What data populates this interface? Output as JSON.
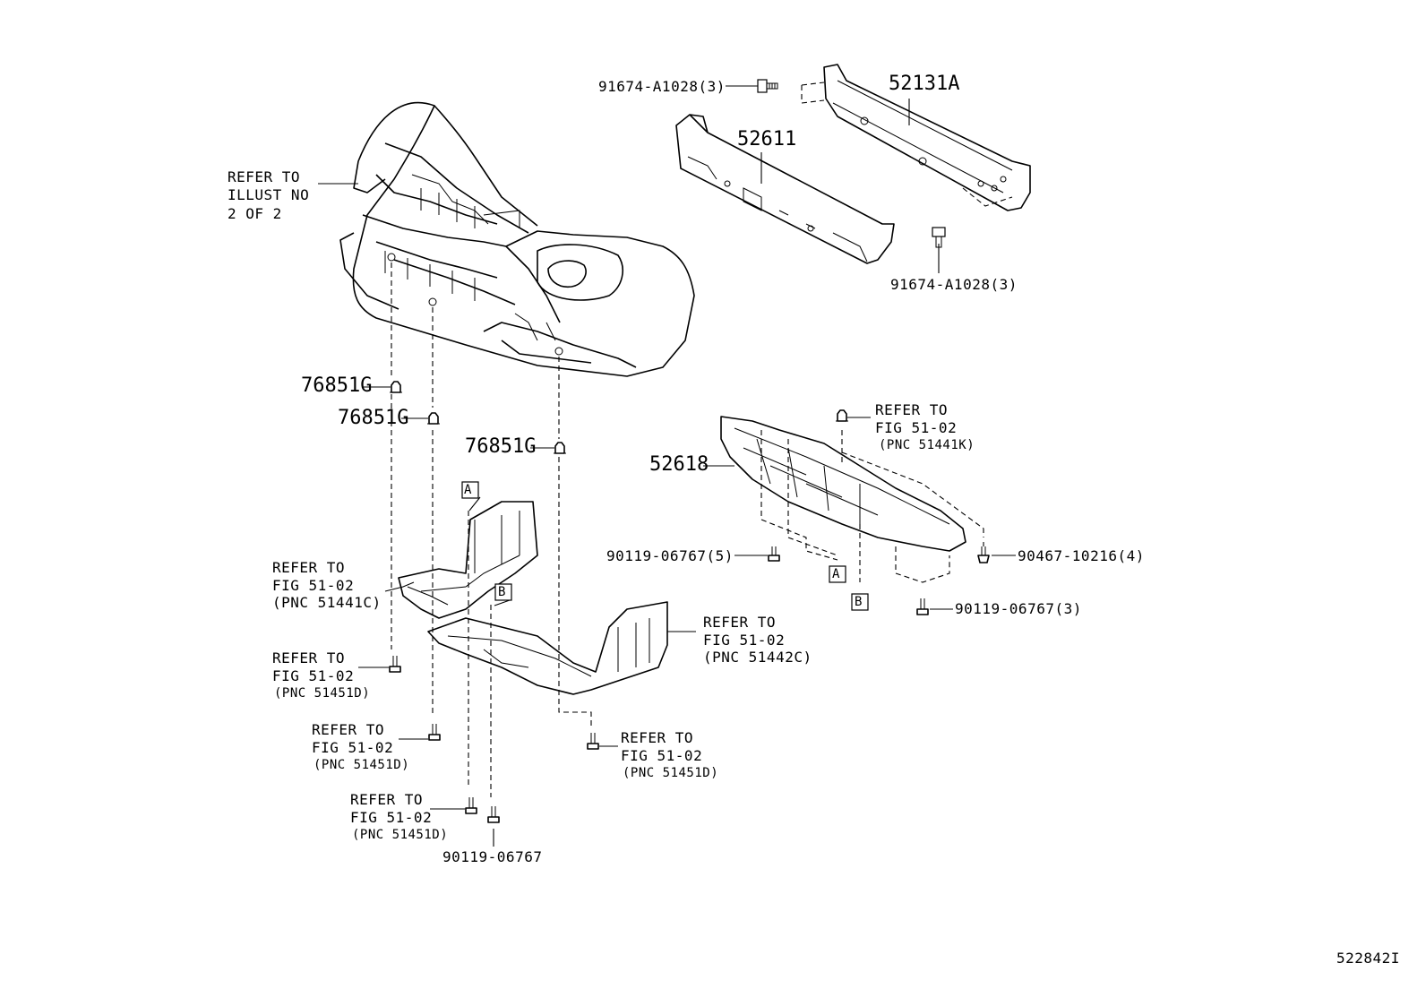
{
  "diagram": {
    "labels": {
      "p91674_top": "91674-A1028(3)",
      "p52131A": "52131A",
      "p52611": "52611",
      "refer_illust_1": "REFER TO",
      "refer_illust_2": "ILLUST NO",
      "refer_illust_3": "2 OF 2",
      "p91674_bottom": "91674-A1028(3)",
      "p76851G_1": "76851G",
      "p76851G_2": "76851G",
      "p76851G_3": "76851G",
      "p52618": "52618",
      "ref_51441K_1": "REFER TO",
      "ref_51441K_2": "FIG 51-02",
      "ref_51441K_3": "(PNC 51441K)",
      "p90119_5": "90119-06767(5)",
      "p90467": "90467-10216(4)",
      "p90119_3": "90119-06767(3)",
      "marker_A_left": "A",
      "marker_B_left": "B",
      "marker_A_right": "A",
      "marker_B_right": "B",
      "ref_51441C_1": "REFER TO",
      "ref_51441C_2": "FIG 51-02",
      "ref_51441C_3": "(PNC 51441C)",
      "ref_51442C_1": "REFER TO",
      "ref_51442C_2": "FIG 51-02",
      "ref_51442C_3": "(PNC 51442C)",
      "ref_51451D_a1": "REFER TO",
      "ref_51451D_a2": "FIG 51-02",
      "ref_51451D_a3": "(PNC 51451D)",
      "ref_51451D_b1": "REFER TO",
      "ref_51451D_b2": "FIG 51-02",
      "ref_51451D_b3": "(PNC 51451D)",
      "ref_51451D_c1": "REFER TO",
      "ref_51451D_c2": "FIG 51-02",
      "ref_51451D_c3": "(PNC 51451D)",
      "ref_51451D_d1": "REFER TO",
      "ref_51451D_d2": "FIG 51-02",
      "ref_51451D_d3": "(PNC 51451D)",
      "p90119_single": "90119-06767",
      "diagram_id": "522842I"
    }
  }
}
